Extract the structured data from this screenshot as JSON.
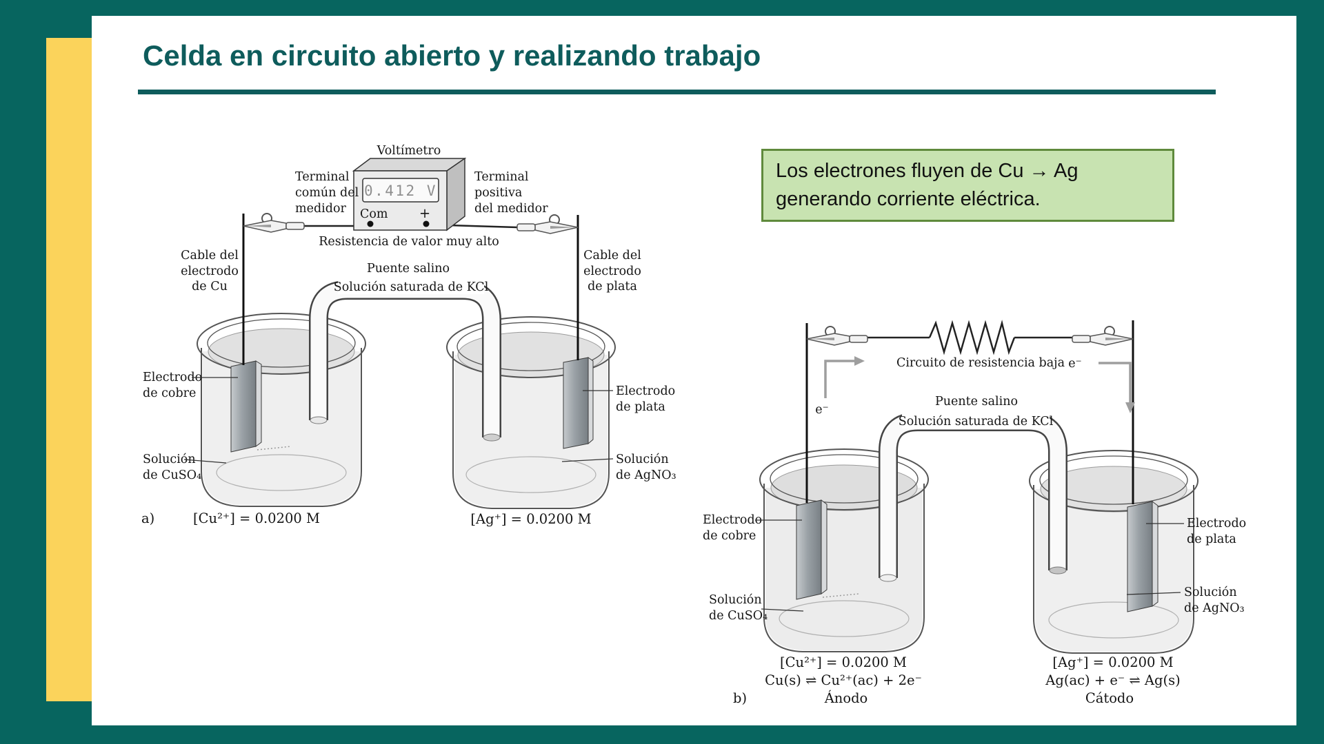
{
  "slide": {
    "title": "Celda en circuito abierto y realizando trabajo"
  },
  "theme": {
    "background_teal": "#07655f",
    "accent_yellow": "#fbd35b",
    "title_teal": "#0e5c5c",
    "callout_fill": "#c8e3b1",
    "callout_border": "#5f8a3c"
  },
  "callout": {
    "line1": "Los electrones fluyen de Cu → Ag",
    "line2": "generando corriente eléctrica."
  },
  "diagram_a": {
    "panel_label": "a)",
    "voltmeter": {
      "name": "Voltímetro",
      "reading": "0.412 V",
      "common_port": "Com",
      "positive_port": "+",
      "terminal_common": [
        "Terminal",
        "común del",
        "medidor"
      ],
      "terminal_positive": [
        "Terminal",
        "positiva",
        "del medidor"
      ],
      "resistance_note": "Resistencia de valor muy alto"
    },
    "cable_cu": [
      "Cable del",
      "electrodo",
      "de Cu"
    ],
    "cable_ag": [
      "Cable del",
      "electrodo",
      "de plata"
    ],
    "salt_bridge_label": "Puente salino",
    "salt_bridge_solution": "Solución saturada de KCl",
    "electrode_cu": [
      "Electrodo",
      "de cobre"
    ],
    "electrode_ag": [
      "Electrodo",
      "de plata"
    ],
    "solution_cu": [
      "Solución",
      "de CuSO₄"
    ],
    "solution_ag": [
      "Solución",
      "de AgNO₃"
    ],
    "cu_concentration": "[Cu²⁺] = 0.0200 M",
    "ag_concentration": "[Ag⁺] = 0.0200 M"
  },
  "diagram_b": {
    "panel_label": "b)",
    "circuit_note": "Circuito de resistencia baja",
    "electron_left": "e⁻",
    "electron_right": "e⁻",
    "salt_bridge_label": "Puente salino",
    "salt_bridge_solution": "Solución saturada de KCl",
    "electrode_cu": [
      "Electrodo",
      "de cobre"
    ],
    "electrode_ag": [
      "Electrodo",
      "de plata"
    ],
    "solution_cu": [
      "Solución",
      "de CuSO₄"
    ],
    "solution_ag": [
      "Solución",
      "de AgNO₃"
    ],
    "cu_concentration": "[Cu²⁺] = 0.0200 M",
    "cu_half_reaction": "Cu(s) ⇌ Cu²⁺(ac) + 2e⁻",
    "anode_label": "Ánodo",
    "ag_concentration": "[Ag⁺] = 0.0200 M",
    "ag_half_reaction": "Ag(ac) + e⁻ ⇌ Ag(s)",
    "cathode_label": "Cátodo"
  }
}
